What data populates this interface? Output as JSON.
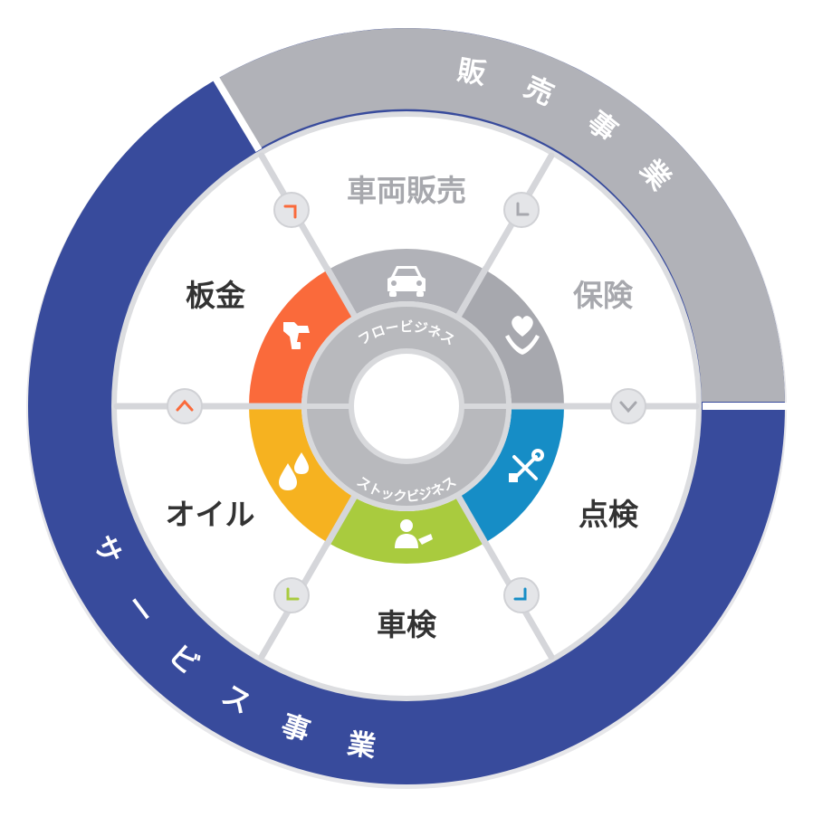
{
  "colors": {
    "sales": "#b1b2b8",
    "service": "#384b9c",
    "flow": "#b1b2b8",
    "bankin": "#fa6a3b",
    "oil": "#f6b220",
    "shaken": "#a9cb3e",
    "tenken": "#168dc6",
    "hub": "#b8b9bd"
  },
  "outer": {
    "sales_label": "販 売 事 業",
    "sales_chars": [
      "販",
      "売",
      "事",
      "業"
    ],
    "service_label": "サ ー ビ ス 事 業",
    "service_chars": [
      "サ",
      "ー",
      "ビ",
      "ス",
      "事",
      "業"
    ]
  },
  "segments": [
    {
      "id": "sharyo",
      "label": "車両販売",
      "group": "flow",
      "icon": "car-icon"
    },
    {
      "id": "hoken",
      "label": "保険",
      "group": "flow",
      "icon": "heart-hands-icon"
    },
    {
      "id": "tenken",
      "label": "点検",
      "group": "stock",
      "icon": "tools-icon"
    },
    {
      "id": "shaken",
      "label": "車検",
      "group": "stock",
      "icon": "mechanic-icon"
    },
    {
      "id": "oil",
      "label": "オイル",
      "group": "stock",
      "icon": "oil-drop-icon"
    },
    {
      "id": "bankin",
      "label": "板金",
      "group": "stock",
      "icon": "spray-gun-icon"
    }
  ],
  "hub": {
    "flow_label": "フロービジネス",
    "stock_label": "ストックビジネス"
  }
}
